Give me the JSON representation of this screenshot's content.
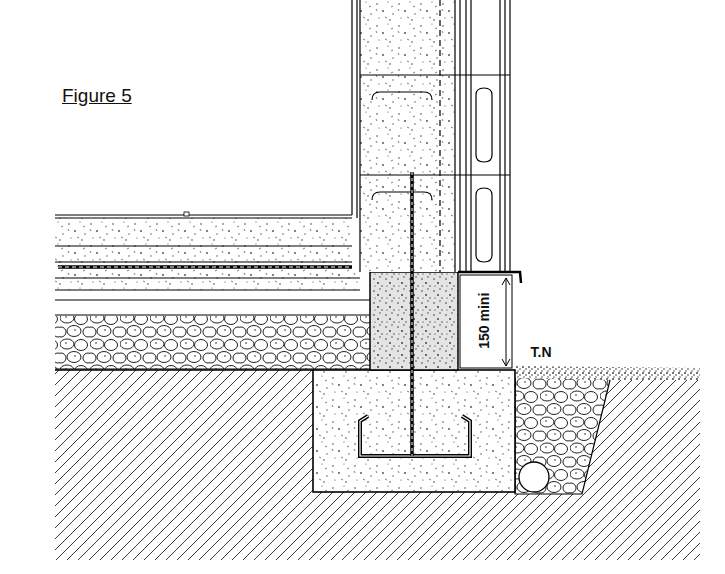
{
  "diagram": {
    "title": "Figure 5",
    "labels": [
      "150 mini",
      "T.N"
    ]
  }
}
